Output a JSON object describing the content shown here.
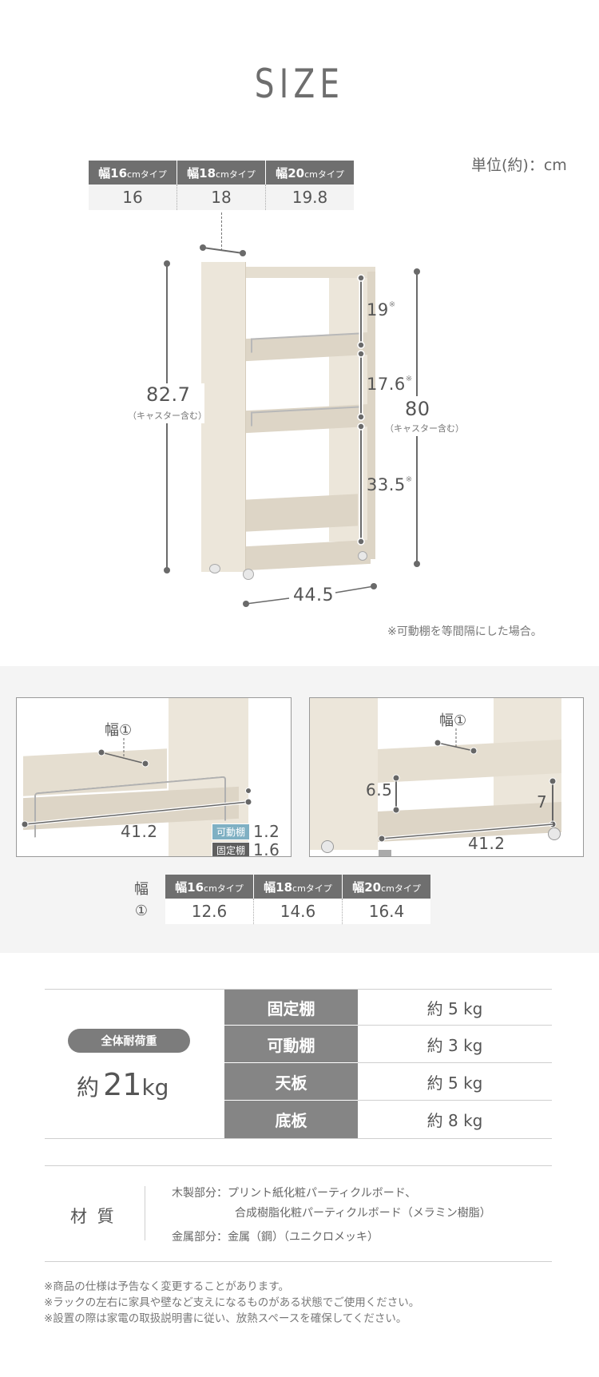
{
  "title": "SIZE",
  "unit": "単位(約)：cm",
  "width_table": {
    "headers": [
      {
        "prefix": "幅",
        "num": "16",
        "suffix": "cmタイプ"
      },
      {
        "prefix": "幅",
        "num": "18",
        "suffix": "cmタイプ"
      },
      {
        "prefix": "幅",
        "num": "20",
        "suffix": "cmタイプ"
      }
    ],
    "values": [
      "16",
      "18",
      "19.8"
    ]
  },
  "diagram": {
    "height_total": "82.7",
    "height_total_note": "（キャスター含む）",
    "height_side": "80",
    "height_side_note": "（キャスター含む）",
    "shelf_gaps": [
      "19",
      "17.6",
      "33.5"
    ],
    "gap_mark": "※",
    "depth": "44.5",
    "footnote": "※可動棚を等間隔にした場合。"
  },
  "detail": {
    "left_photo": {
      "label_width": "幅①",
      "depth": "41.2",
      "badges": [
        {
          "label": "可動棚",
          "value": "1.2",
          "color": "#7fb0c3"
        },
        {
          "label": "固定棚",
          "value": "1.6",
          "color": "#5f5f5f"
        }
      ]
    },
    "right_photo": {
      "label_width": "幅①",
      "front_height": "6.5",
      "side_height": "7",
      "depth": "41.2"
    },
    "inner_table": {
      "row_label_top": "幅",
      "row_label_bottom": "①",
      "headers": [
        {
          "prefix": "幅",
          "num": "16",
          "suffix": "cmタイプ"
        },
        {
          "prefix": "幅",
          "num": "18",
          "suffix": "cmタイプ"
        },
        {
          "prefix": "幅",
          "num": "20",
          "suffix": "cmタイプ"
        }
      ],
      "values": [
        "12.6",
        "14.6",
        "16.4"
      ]
    }
  },
  "load": {
    "total_label": "全体耐荷重",
    "total_prefix": "約",
    "total_value": "21",
    "total_unit": "kg",
    "rows": [
      {
        "label": "固定棚",
        "value": "約 5 kg"
      },
      {
        "label": "可動棚",
        "value": "約 3 kg"
      },
      {
        "label": "天板",
        "value": "約 5 kg"
      },
      {
        "label": "底板",
        "value": "約 8 kg"
      }
    ]
  },
  "material": {
    "label": "材 質",
    "wood_label": "木製部分：",
    "wood_line1": "プリント紙化粧パーティクルボード、",
    "wood_line2": "合成樹脂化粧パーティクルボード（メラミン樹脂）",
    "metal_label": "金属部分：",
    "metal_value": "金属（鋼）（ユニクロメッキ）"
  },
  "notes": [
    "※商品の仕様は予告なく変更することがあります。",
    "※ラックの左右に家具や壁など支えになるものがある状態でご使用ください。",
    "※設置の際は家電の取扱説明書に従い、放熱スペースを確保してください。"
  ]
}
